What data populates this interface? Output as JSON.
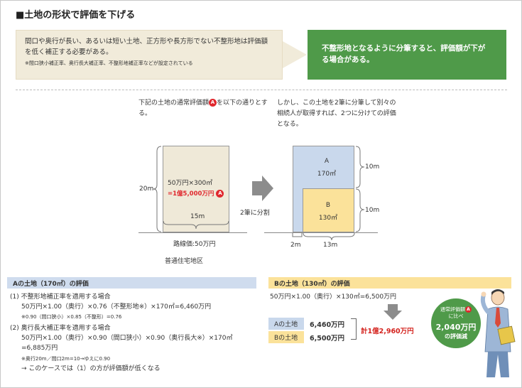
{
  "title": "■土地の形状で評価を下げる",
  "intro": {
    "text": "間口や奥行が長い、あるいは短い土地、正方形や長方形でない不整形地は評価額を低く補正する必要がある。",
    "note": "※間口狭小補正率、奥行長大補正率、不整形地補正率などが設定されている"
  },
  "highlight": "不整形地となるように分筆すると、評価額が下がる場合がある。",
  "caption_left": {
    "pre": "下記の土地の通常評価額",
    "badge": "A",
    "post": "を以下の通りとする。"
  },
  "caption_right": "しかし、この土地を2筆に分筆して別々の相続人が取得すれば、2つに分けての評価となる。",
  "land": {
    "calc": "50万円×300㎡",
    "result": "=1億5,000万円",
    "badge": "A",
    "depth": "20m",
    "width": "15m",
    "road": "路線価:50万円",
    "zone": "普通住宅地区"
  },
  "split_label": "2筆に分割",
  "split": {
    "a_name": "A",
    "a_area": "170㎡",
    "b_name": "B",
    "b_area": "130㎡",
    "a_depth": "10m",
    "b_depth": "10m",
    "a_front": "2m",
    "b_front": "13m"
  },
  "section_a": {
    "header": "Aの土地（170㎡）の評価",
    "item1_title": "(1) 不整形地補正率を適用する場合",
    "item1_calc": "50万円×1.00（奥行）×0.76（不整形地※）×170㎡=6,460万円",
    "item1_note": "※0.90（間口狭小）×0.85（不整形）=0.76",
    "item2_title": "(2) 奥行長大補正率を適用する場合",
    "item2_calc": "50万円×1.00（奥行）×0.90（間口狭小）×0.90（奥行長大※）×170㎡",
    "item2_result": "=6,885万円",
    "item2_note": "※奥行20m／間口2m=10→ゆえに0.90",
    "conclusion": "→ このケースでは（1）の方が評価額が低くなる"
  },
  "section_b": {
    "header": "Bの土地（130㎡）の評価",
    "calc": "50万円×1.00（奥行）×130㎡=6,500万円",
    "a_label": "Aの土地",
    "a_value": "6,460万円",
    "b_label": "Bの土地",
    "b_value": "6,500万円",
    "total": "計1億2,960万円"
  },
  "circle": {
    "line1_pre": "通常評価額",
    "badge": "A",
    "line2": "に比べ",
    "amount": "2,040万円",
    "suffix": "の評価減"
  },
  "colors": {
    "green": "#4f9a49",
    "red": "#e0282e",
    "blue_box": "#c9d8ec",
    "yellow_box": "#fbe29a",
    "beige": "#f1ebda"
  }
}
